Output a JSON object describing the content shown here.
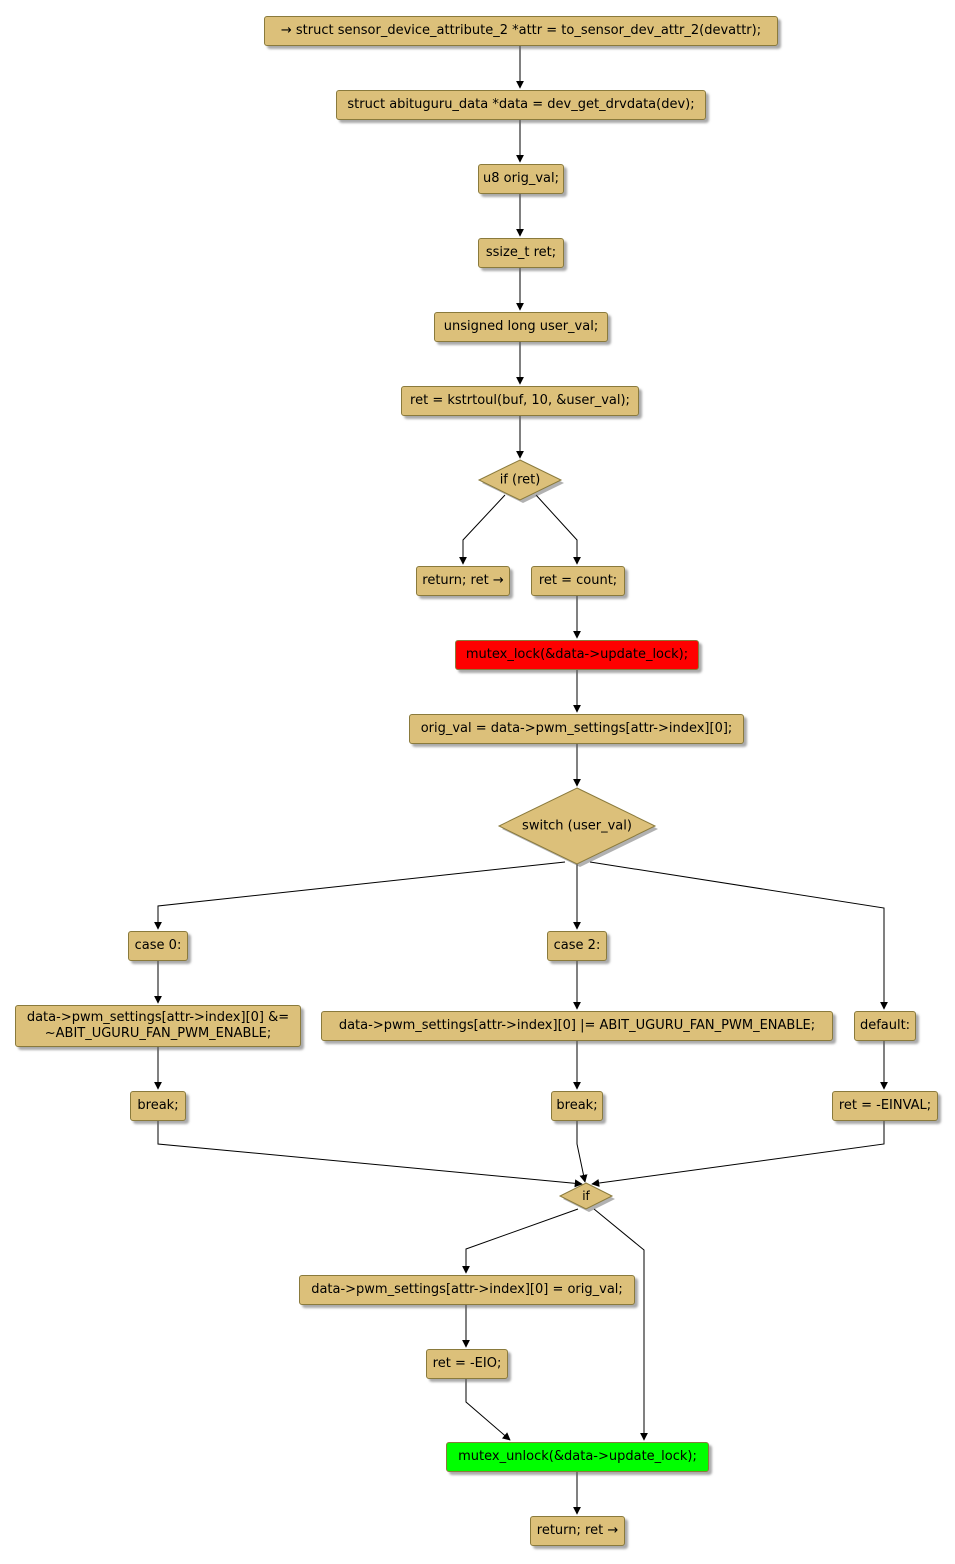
{
  "diagram": {
    "type": "flowchart",
    "colors": {
      "node_fill": "#dcc07a",
      "node_border": "#8a7a3c",
      "lock_fill": "#ff0000",
      "unlock_fill": "#00ff00",
      "edge": "#000000"
    },
    "nodes": {
      "n1": {
        "label": "→ struct sensor_device_attribute_2 *attr = to_sensor_dev_attr_2(devattr);"
      },
      "n2": {
        "label": "struct abituguru_data *data = dev_get_drvdata(dev);"
      },
      "n3": {
        "label": "u8 orig_val;"
      },
      "n4": {
        "label": "ssize_t ret;"
      },
      "n5": {
        "label": "unsigned long user_val;"
      },
      "n6": {
        "label": "ret = kstrtoul(buf, 10, &user_val);"
      },
      "d1": {
        "label": "if (ret)"
      },
      "n7": {
        "label": "return; ret →"
      },
      "n8": {
        "label": "ret = count;"
      },
      "n9": {
        "label": "mutex_lock(&data->update_lock);"
      },
      "n10": {
        "label": "orig_val = data->pwm_settings[attr->index][0];"
      },
      "d2": {
        "label": "switch (user_val)"
      },
      "c0": {
        "label": "case 0:"
      },
      "c0a": {
        "label": "data->pwm_settings[attr->index][0] &=\n~ABIT_UGURU_FAN_PWM_ENABLE;"
      },
      "c0b": {
        "label": "break;"
      },
      "c2": {
        "label": "case 2:"
      },
      "c2a": {
        "label": "data->pwm_settings[attr->index][0] |= ABIT_UGURU_FAN_PWM_ENABLE;"
      },
      "c2b": {
        "label": "break;"
      },
      "cd": {
        "label": "default:"
      },
      "cda": {
        "label": "ret = -EINVAL;"
      },
      "d3": {
        "label": "if"
      },
      "n11": {
        "label": "data->pwm_settings[attr->index][0] = orig_val;"
      },
      "n12": {
        "label": "ret = -EIO;"
      },
      "n13": {
        "label": "mutex_unlock(&data->update_lock);"
      },
      "n14": {
        "label": "return; ret →"
      }
    },
    "edges": [
      [
        "n1",
        "n2"
      ],
      [
        "n2",
        "n3"
      ],
      [
        "n3",
        "n4"
      ],
      [
        "n4",
        "n5"
      ],
      [
        "n5",
        "n6"
      ],
      [
        "n6",
        "d1"
      ],
      [
        "d1",
        "n7"
      ],
      [
        "d1",
        "n8"
      ],
      [
        "n8",
        "n9"
      ],
      [
        "n9",
        "n10"
      ],
      [
        "n10",
        "d2"
      ],
      [
        "d2",
        "c0"
      ],
      [
        "d2",
        "c2"
      ],
      [
        "d2",
        "cd"
      ],
      [
        "c0",
        "c0a"
      ],
      [
        "c0a",
        "c0b"
      ],
      [
        "c2",
        "c2a"
      ],
      [
        "c2a",
        "c2b"
      ],
      [
        "cd",
        "cda"
      ],
      [
        "c0b",
        "d3"
      ],
      [
        "c2b",
        "d3"
      ],
      [
        "cda",
        "d3"
      ],
      [
        "d3",
        "n11"
      ],
      [
        "n11",
        "n12"
      ],
      [
        "n12",
        "n13"
      ],
      [
        "d3",
        "n13"
      ],
      [
        "n13",
        "n14"
      ]
    ]
  }
}
